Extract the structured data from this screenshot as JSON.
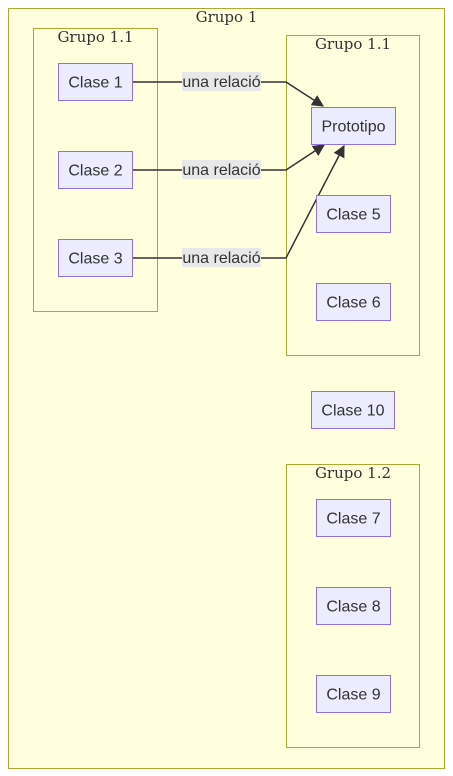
{
  "diagram": {
    "clusters": {
      "outer": {
        "title": "Grupo 1"
      },
      "left": {
        "title": "Grupo 1.1"
      },
      "right_top": {
        "title": "Grupo 1.1"
      },
      "right_bottom": {
        "title": "Grupo 1.2"
      }
    },
    "nodes": {
      "clase1": "Clase 1",
      "clase2": "Clase 2",
      "clase3": "Clase 3",
      "prototipo": "Prototipo",
      "clase5": "Clase 5",
      "clase6": "Clase 6",
      "clase10": "Clase 10",
      "clase7": "Clase 7",
      "clase8": "Clase 8",
      "clase9": "Clase 9"
    },
    "edges": [
      {
        "from": "Clase 1",
        "to": "Prototipo",
        "label": "una relació"
      },
      {
        "from": "Clase 2",
        "to": "Prototipo",
        "label": "una relació"
      },
      {
        "from": "Clase 3",
        "to": "Prototipo",
        "label": "una relació"
      }
    ],
    "colors": {
      "cluster_fill": "#ffffde",
      "cluster_stroke": "#aaaa33",
      "node_fill": "#ececff",
      "node_stroke": "#9370db",
      "edge": "#333333",
      "edge_label_bg": "#e8e8e8"
    }
  }
}
